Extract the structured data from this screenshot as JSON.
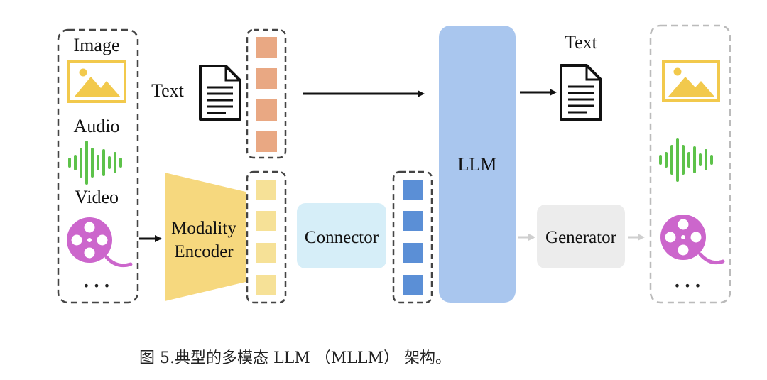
{
  "inputs": {
    "image_label": "Image",
    "audio_label": "Audio",
    "video_label": "Video",
    "more": "• • •"
  },
  "text_input_label": "Text",
  "modality_encoder": {
    "line1": "Modality",
    "line2": "Encoder"
  },
  "connector_label": "Connector",
  "llm_label": "LLM",
  "text_output_label": "Text",
  "generator_label": "Generator",
  "outputs": {
    "more": "• • •"
  },
  "caption": "图 5.典型的多模态 LLM （MLLM） 架构。",
  "colors": {
    "image_yellow": "#f6d778",
    "audio_green": "#5dc24a",
    "video_purple": "#cc66cc",
    "text_token": "#e9a883",
    "encoder_token": "#f6e197",
    "connector_token": "#5b8fd6",
    "encoder": "#f6d87e",
    "connector": "#d6eef8",
    "llm": "#a9c6ee",
    "generator": "#ececec"
  }
}
